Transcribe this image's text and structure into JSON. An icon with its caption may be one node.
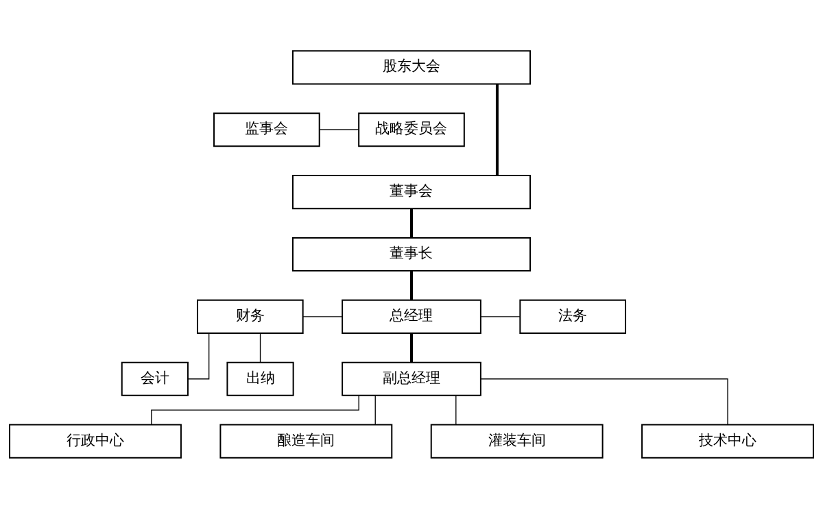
{
  "diagram": {
    "nodes": [
      {
        "text": [
          "股东大会"
        ]
      },
      {
        "text": [
          "监事会"
        ]
      },
      {
        "text": [
          "战略委员会"
        ]
      },
      {
        "text": [
          "董事会"
        ]
      },
      {
        "text": [
          "董事长"
        ]
      },
      {
        "text": [
          "财务"
        ]
      },
      {
        "text": [
          "总经理"
        ]
      },
      {
        "text": [
          "法务"
        ]
      },
      {
        "text": [
          "会计"
        ]
      },
      {
        "text": [
          "出纳"
        ]
      },
      {
        "text": [
          "副总经理"
        ]
      },
      {
        "text": [
          "行政中心"
        ]
      },
      {
        "text": [
          "酿造车间"
        ]
      },
      {
        "text": [
          "灌装车间"
        ]
      },
      {
        "text": [
          "技术中心"
        ]
      }
    ],
    "edges": [
      {
        "from": 0,
        "to": 3,
        "arrow": "none",
        "style": "thick"
      },
      {
        "from": 1,
        "to": 2,
        "arrow": "none"
      },
      {
        "from": 3,
        "to": 4,
        "arrow": "none",
        "style": "thick"
      },
      {
        "from": 4,
        "to": 6,
        "arrow": "none",
        "style": "thick"
      },
      {
        "from": 5,
        "to": 6,
        "arrow": "none"
      },
      {
        "from": 6,
        "to": 7,
        "arrow": "none"
      },
      {
        "from": 5,
        "to": 8,
        "arrow": "none"
      },
      {
        "from": 5,
        "to": 9,
        "arrow": "none"
      },
      {
        "from": 6,
        "to": 10,
        "arrow": "none",
        "style": "thick"
      },
      {
        "from": 10,
        "to": 11,
        "arrow": "none"
      },
      {
        "from": 10,
        "to": 12,
        "arrow": "none"
      },
      {
        "from": 10,
        "to": 13,
        "arrow": "none"
      },
      {
        "from": 10,
        "to": 14,
        "arrow": "none"
      }
    ]
  }
}
